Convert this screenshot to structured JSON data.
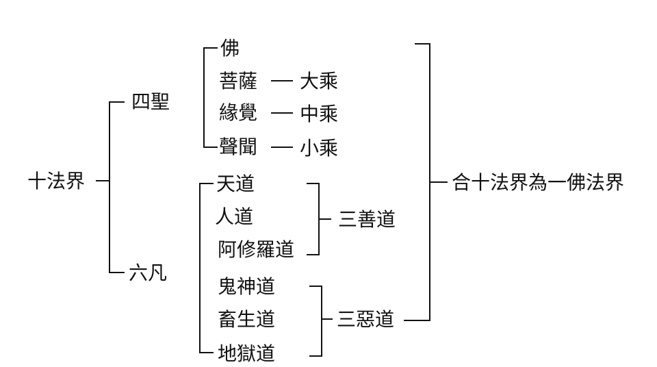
{
  "root": "十法界",
  "sages": {
    "label": "四聖",
    "items": [
      "佛",
      "菩薩",
      "緣覺",
      "聲聞"
    ],
    "vehicles": [
      "大乘",
      "中乘",
      "小乘"
    ]
  },
  "ordinary": {
    "label": "六凡",
    "good": {
      "items": [
        "天道",
        "人道",
        "阿修羅道"
      ],
      "label": "三善道"
    },
    "evil": {
      "items": [
        "鬼神道",
        "畜生道",
        "地獄道"
      ],
      "label": "三惡道"
    }
  },
  "conclusion": "合十法界為一佛法界"
}
